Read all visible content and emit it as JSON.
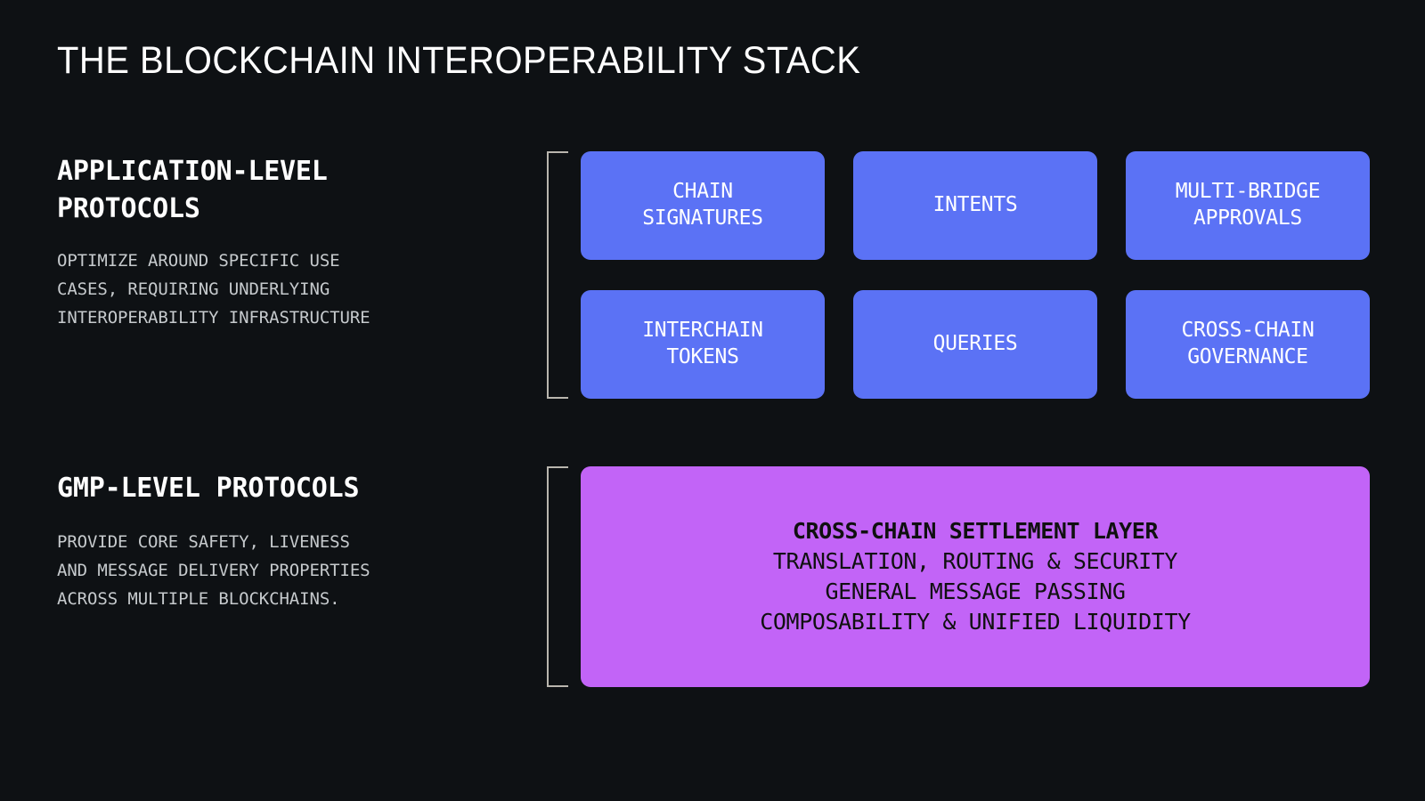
{
  "page": {
    "title": "THE BLOCKCHAIN INTEROPERABILITY STACK",
    "background_color": "#0E1114"
  },
  "colors": {
    "background": "#0E1114",
    "card_blue": "#5B72F5",
    "settlement_purple": "#C264F7",
    "bracket": "#B9B6AE",
    "heading_text": "#FFFFFF",
    "body_text": "#C6CACD",
    "settlement_text": "#101010"
  },
  "sections": [
    {
      "id": "application-level",
      "heading": "APPLICATION-LEVEL\nPROTOCOLS",
      "description": "OPTIMIZE AROUND SPECIFIC USE\nCASES, REQUIRING UNDERLYING\nINTEROPERABILITY INFRASTRUCTURE",
      "bracket": "left-square-bracket"
    },
    {
      "id": "gmp-level",
      "heading": "GMP-LEVEL PROTOCOLS",
      "description": "PROVIDE CORE SAFETY, LIVENESS\nAND MESSAGE DELIVERY PROPERTIES\nACROSS MULTIPLE BLOCKCHAINS.",
      "bracket": "left-square-bracket"
    }
  ],
  "cards": [
    {
      "label": "CHAIN\nSIGNATURES"
    },
    {
      "label": "INTENTS"
    },
    {
      "label": "MULTI-BRIDGE\nAPPROVALS"
    },
    {
      "label": "INTERCHAIN\nTOKENS"
    },
    {
      "label": "QUERIES"
    },
    {
      "label": "CROSS-CHAIN\nGOVERNANCE"
    }
  ],
  "settlement": {
    "title": "CROSS-CHAIN SETTLEMENT LAYER",
    "lines": [
      "TRANSLATION, ROUTING & SECURITY",
      "GENERAL MESSAGE PASSING",
      "COMPOSABILITY & UNIFIED LIQUIDITY"
    ]
  }
}
